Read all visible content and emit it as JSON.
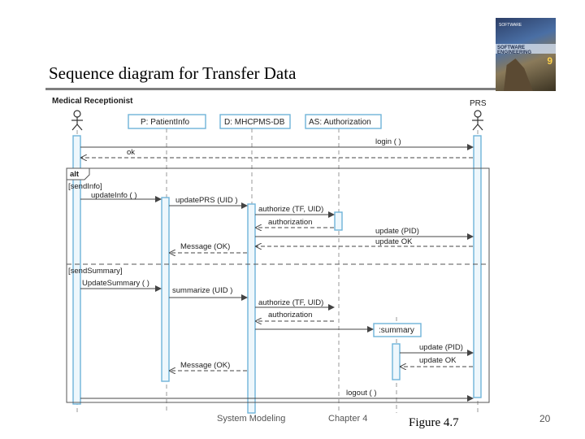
{
  "slide": {
    "title": "Sequence diagram for Transfer Data",
    "footer_left": "System Modeling",
    "footer_mid": "Chapter 4",
    "figure_label": "Figure 4.7",
    "page_number": "20"
  },
  "cover": {
    "top_text": "SOFTWARE",
    "band_text": "SOFTWARE ENGINEERING",
    "edition": "9"
  },
  "actors": {
    "left": "Medical Receptionist",
    "right": "PRS"
  },
  "objects": {
    "patient_info": "P: PatientInfo",
    "db": "D: MHCPMS-DB",
    "auth": "AS: Authorization",
    "summary": ":summary"
  },
  "fragment": {
    "operator": "alt",
    "guard_1": "[sendInfo]",
    "guard_2": "[sendSummary]"
  },
  "messages": {
    "login": "login ( )",
    "ok": "ok",
    "update_info": "updateInfo ( )",
    "update_prs": "updatePRS (UID )",
    "authorize_1": "authorize (TF, UID)",
    "authorization_1": "authorization",
    "update_pid_1": "update (PID)",
    "update_ok_1": "update OK",
    "message_ok": "Message (OK)",
    "update_summary": "UpdateSummary ( )",
    "summarize": "summarize (UID )",
    "authorize_2": "authorize (TF, UID)",
    "authorization_2": "authorization",
    "update_pid_2": "update (PID)",
    "update_ok_2": "update OK",
    "message_ok_2": "Message (OK)",
    "logout": "logout ( )"
  }
}
